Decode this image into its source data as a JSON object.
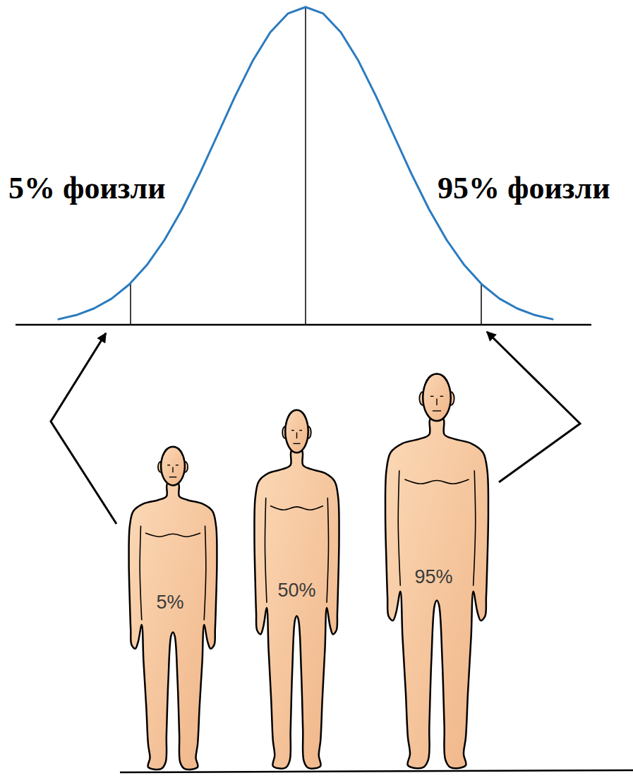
{
  "diagram": {
    "nodes": [
      {
        "text": [
          "5%"
        ]
      },
      {
        "text": [
          "50%"
        ]
      },
      {
        "text": [
          "95%"
        ]
      }
    ],
    "labels": [
      "5% фоизли",
      "95% фоизли"
    ]
  }
}
